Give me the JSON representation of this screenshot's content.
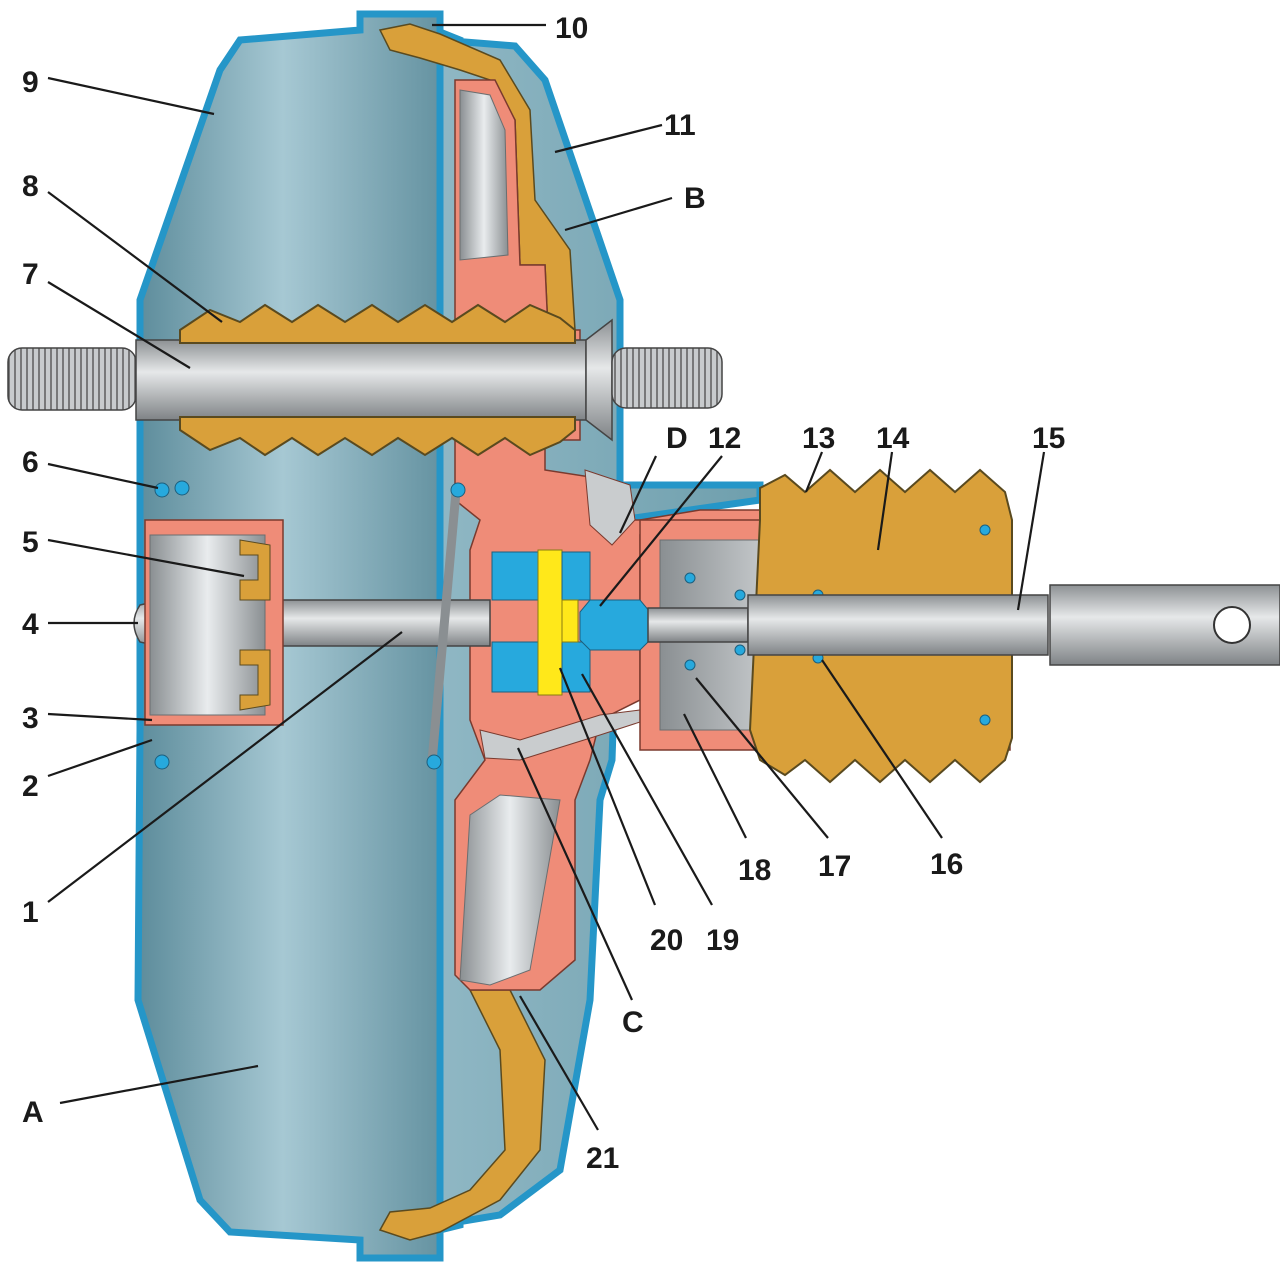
{
  "colors": {
    "housing_outline": "#2596c8",
    "vacuum_chamber": "#6f9fad",
    "vacuum_chamber_light": "#a9ccd6",
    "piston_body": "#ef8c78",
    "rubber_parts": "#d9a03a",
    "steel_rod": "#b9bcbf",
    "valve_blue": "#27a9dd",
    "valve_yellow": "#ffe81a",
    "label_text": "#1a1a1a"
  },
  "labels": {
    "n1": "1",
    "n2": "2",
    "n3": "3",
    "n4": "4",
    "n5": "5",
    "n6": "6",
    "n7": "7",
    "n8": "8",
    "n9": "9",
    "n10": "10",
    "n11": "11",
    "n12": "12",
    "n13": "13",
    "n14": "14",
    "n15": "15",
    "n16": "16",
    "n17": "17",
    "n18": "18",
    "n19": "19",
    "n20": "20",
    "n21": "21",
    "a": "A",
    "b": "B",
    "c": "C",
    "d": "D"
  }
}
